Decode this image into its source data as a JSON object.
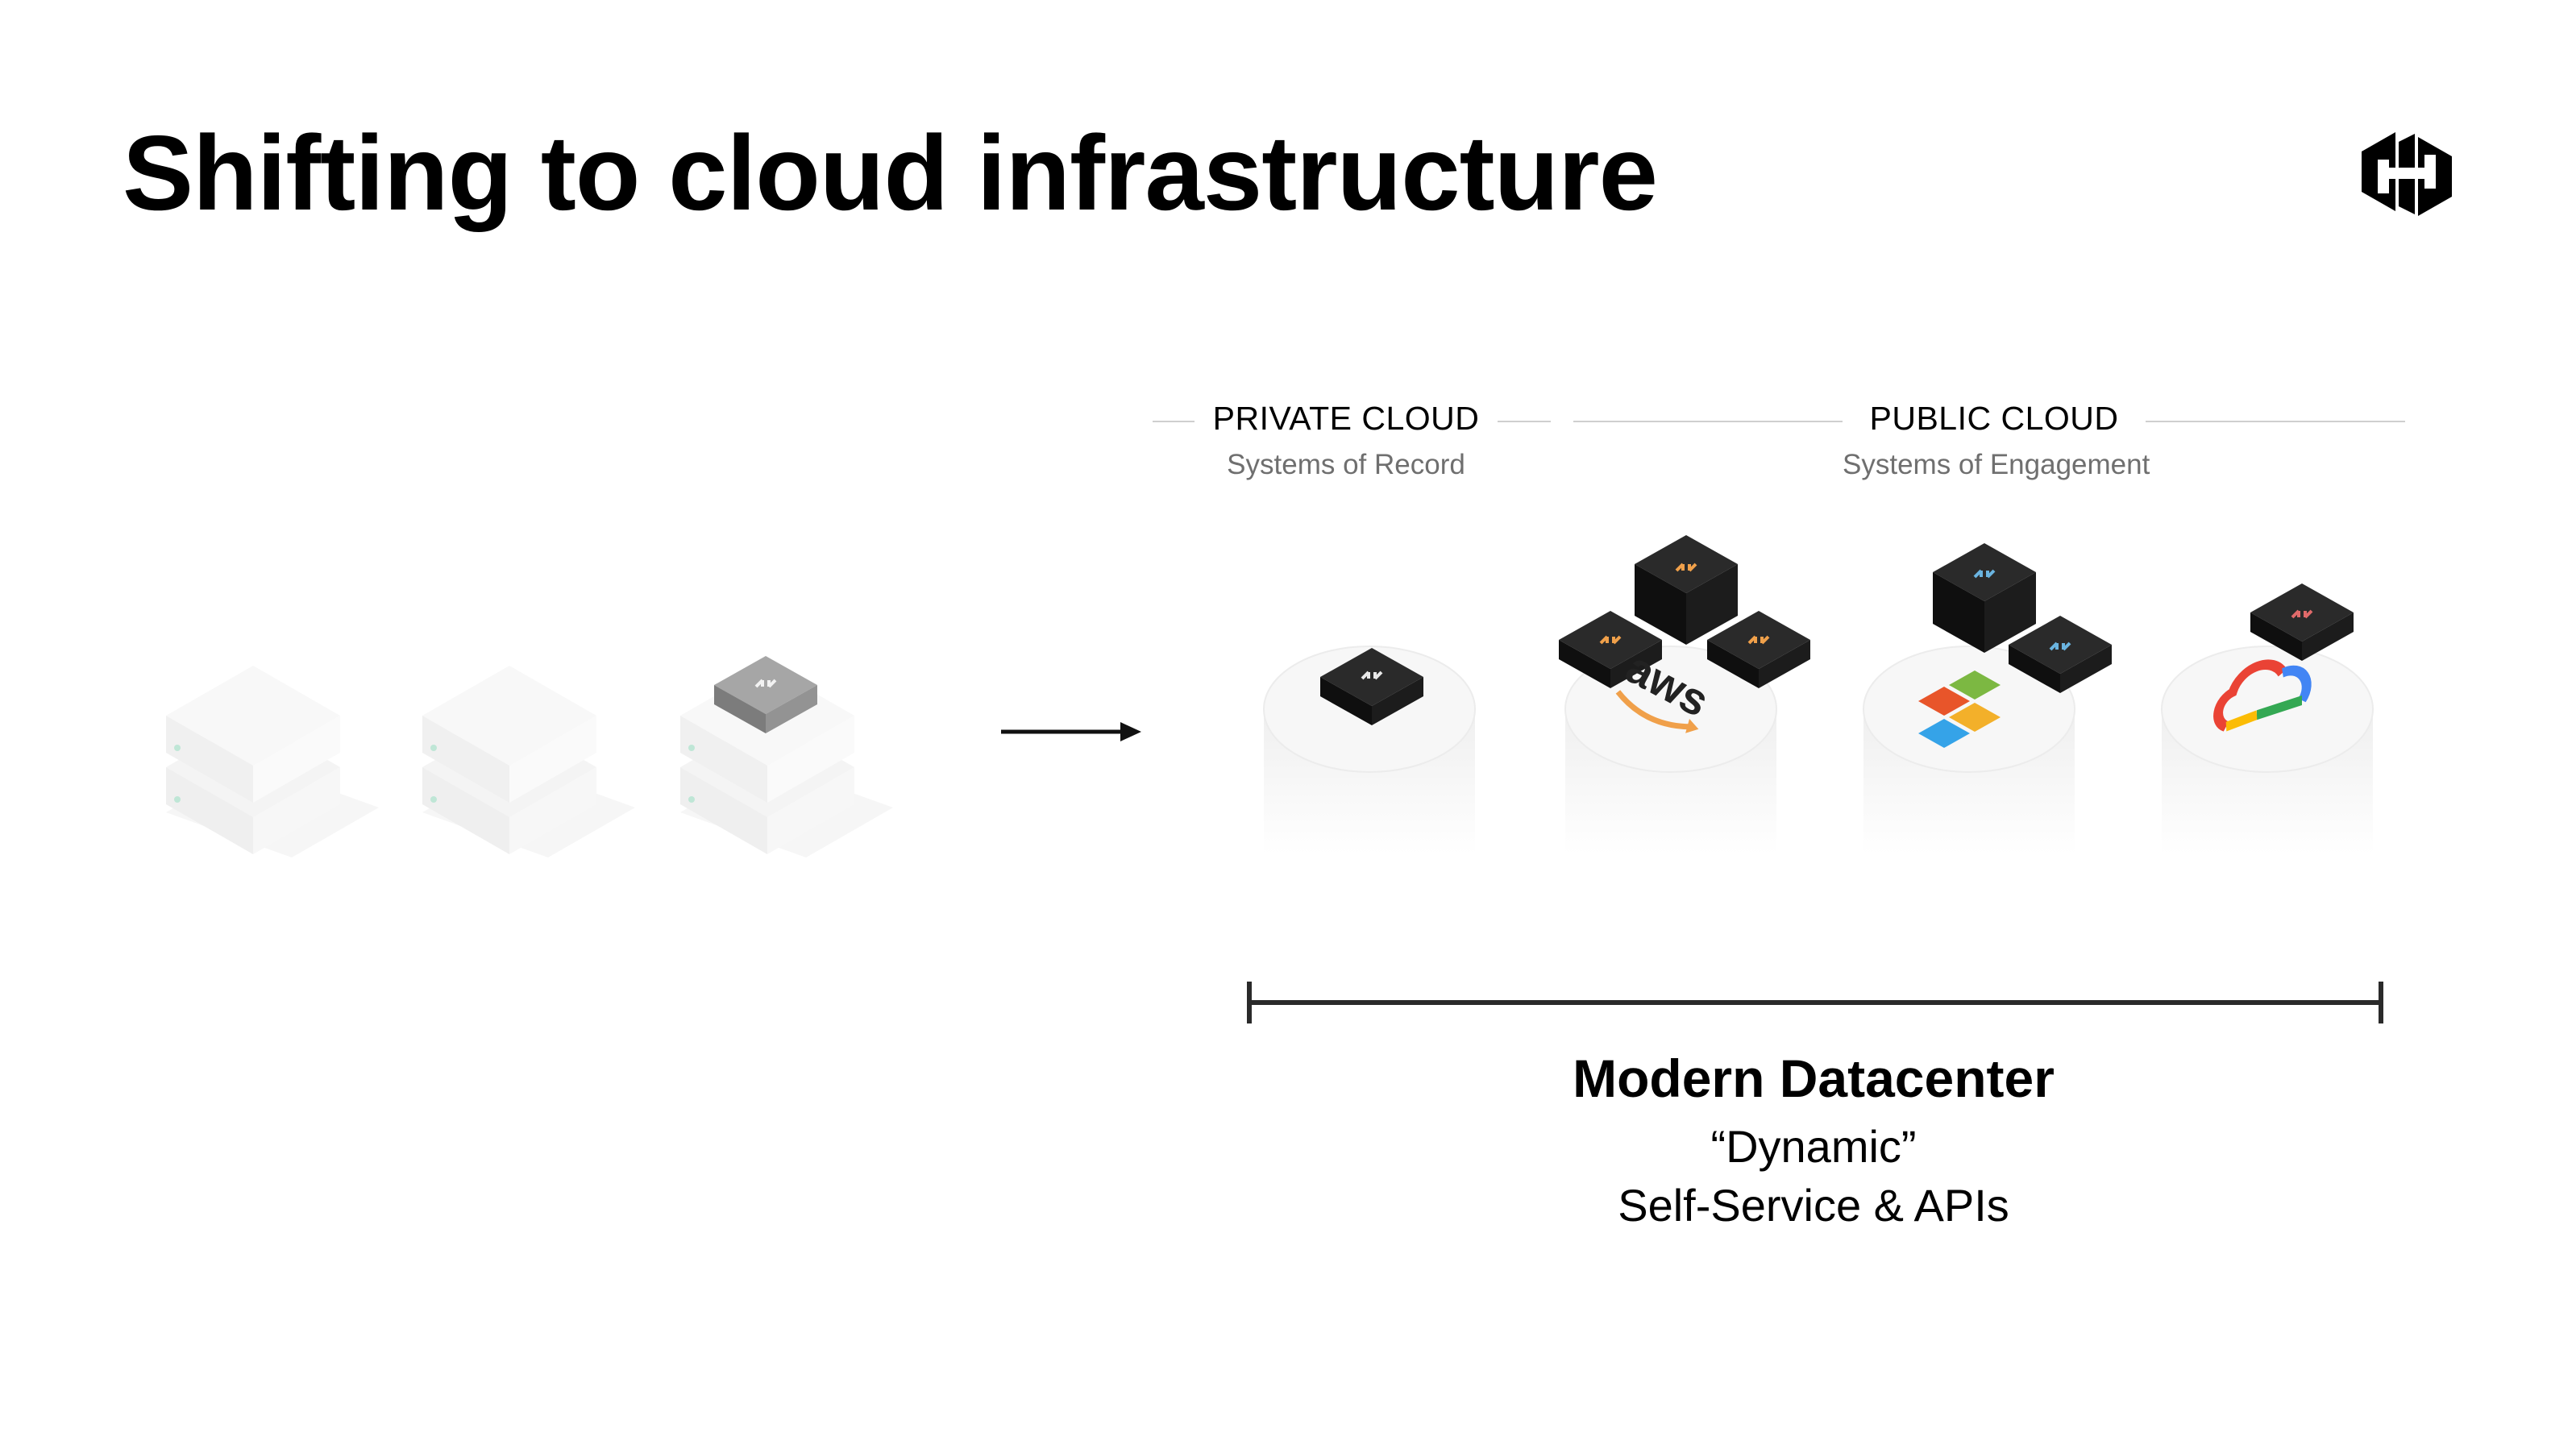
{
  "slide": {
    "title": "Shifting to cloud infrastructure"
  },
  "private_cloud": {
    "title": "PRIVATE CLOUD",
    "subtitle": "Systems of Record"
  },
  "public_cloud": {
    "title": "PUBLIC CLOUD",
    "subtitle": "Systems of Engagement"
  },
  "modern_datacenter": {
    "title": "Modern Datacenter",
    "line1": "“Dynamic”",
    "line2": "Self-Service & APIs"
  },
  "logos": {
    "aws_text": "aws",
    "brand_mark": "hashicorp-logo"
  },
  "colors": {
    "text": "#000000",
    "subtext": "#6f6f6f",
    "rule": "#cfcfcf",
    "cube_dark": "#1f1f1f",
    "cube_gray": "#8a8a8a",
    "aws_orange": "#f0a04a",
    "azure_blue": "#6ab4e0",
    "gcp_red": "#e06a6a"
  }
}
